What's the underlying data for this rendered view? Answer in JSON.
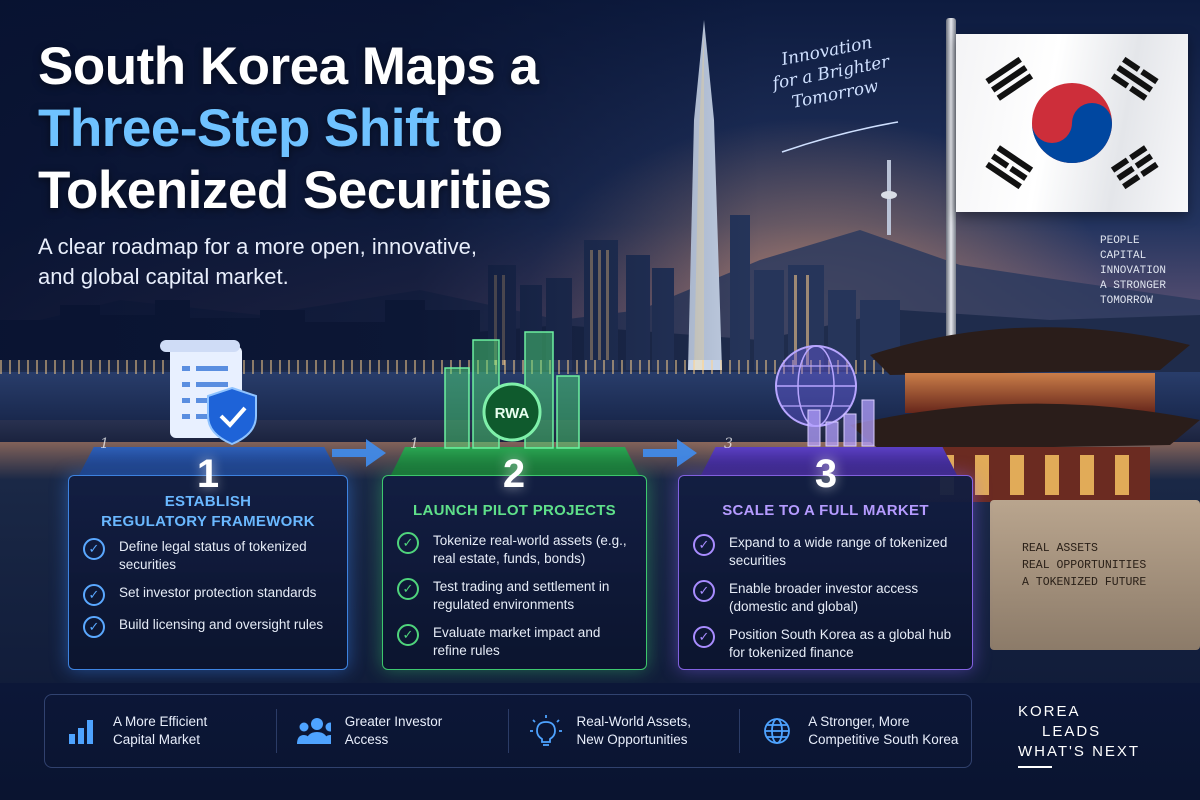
{
  "title": {
    "line1": "South Korea Maps a",
    "line2_highlight": "Three-Step Shift",
    "line2_rest": " to",
    "line3": "Tokenized Securities"
  },
  "subtitle": "A clear roadmap for a more open, innovative, and global capital market.",
  "slogan": {
    "line1": "Innovation",
    "line2": "for a Brighter",
    "line3": "Tomorrow"
  },
  "side_text": [
    "PEOPLE",
    "CAPITAL",
    "INNOVATION",
    "A STRONGER",
    "TOMORROW"
  ],
  "wall_text": [
    "REAL ASSETS",
    "REAL OPPORTUNITIES",
    "A TOKENIZED FUTURE"
  ],
  "steps": [
    {
      "number": "1",
      "pedestal_label": "1",
      "label_line1": "ESTABLISH",
      "label_line2": "REGULATORY FRAMEWORK",
      "color": "#5aa8ff",
      "items": [
        "Define legal status of tokenized securities",
        "Set investor protection standards",
        "Build licensing and oversight rules"
      ]
    },
    {
      "number": "2",
      "pedestal_label": "1",
      "label_line1": "LAUNCH PILOT PROJECTS",
      "badge": "RWA",
      "color": "#4fd47c",
      "items": [
        "Tokenize real-world assets (e.g., real estate, funds, bonds)",
        "Test trading and settlement in regulated environments",
        "Evaluate market impact and refine rules"
      ]
    },
    {
      "number": "3",
      "pedestal_label": "3",
      "label_line1": "SCALE TO A FULL MARKET",
      "color": "#a88cff",
      "items": [
        "Expand to a wide range of tokenized securities",
        "Enable broader investor access (domestic and global)",
        "Position South Korea as a global hub for tokenized finance"
      ]
    }
  ],
  "benefits": [
    {
      "icon": "bar-chart-icon",
      "line1": "A More Efficient",
      "line2": "Capital Market"
    },
    {
      "icon": "people-icon",
      "line1": "Greater Investor",
      "line2": "Access"
    },
    {
      "icon": "lightbulb-icon",
      "line1": "Real-World Assets,",
      "line2": "New Opportunities"
    },
    {
      "icon": "globe-icon",
      "line1": "A Stronger, More",
      "line2": "Competitive South Korea"
    }
  ],
  "brand": {
    "line1": "KOREA",
    "line2": "LEADS",
    "line3": "WHAT'S NEXT"
  },
  "colors": {
    "accent_blue": "#6fc2ff",
    "step1": "#5aa8ff",
    "step2": "#4fd47c",
    "step3": "#a88cff",
    "flag_red": "#cd2e3a",
    "flag_blue": "#0047a0"
  }
}
